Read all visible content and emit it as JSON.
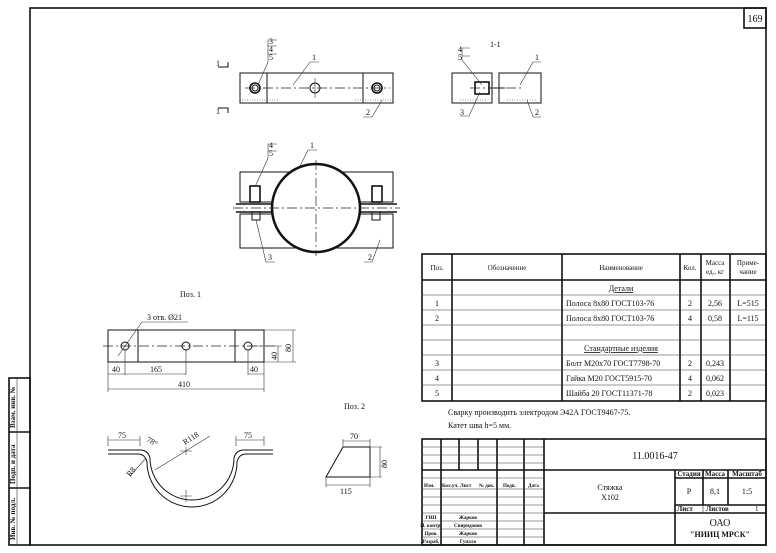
{
  "sheet_number": "169",
  "left_strip": [
    "Инв. № подл.",
    "Подп. и дата",
    "Взам. инв. №"
  ],
  "views": {
    "section_label": "1-1",
    "section_mark": "1",
    "pos_labels": [
      "1",
      "2",
      "3",
      "4",
      "5"
    ],
    "part1_title": "Поз. 1",
    "part2_title": "Поз. 2",
    "part1_dims": {
      "holes": "3 отв. Ø21",
      "d40a": "40",
      "d165": "165",
      "d40b": "40",
      "d410": "410",
      "d40v": "40",
      "d80": "80"
    },
    "bent_dims": {
      "d75a": "75",
      "d75b": "75",
      "angle": "78°",
      "r118": "R118",
      "r8": "R8"
    },
    "part2_dims": {
      "d70": "70",
      "d80": "80",
      "d115": "115"
    }
  },
  "spec_table": {
    "headers": [
      "Поз.",
      "Обозначение",
      "Наименование",
      "Кол.",
      "Масса ед., кг",
      "Приме- чание"
    ],
    "header_mass": [
      "Масса",
      "ед., кг"
    ],
    "header_note": [
      "Приме-",
      "чание"
    ],
    "section_details": "Детали",
    "section_standard": "Стандартные изделия",
    "rows": [
      {
        "pos": "1",
        "name": "Полоса 8x80 ГОСТ103-76",
        "qty": "2",
        "mass": "2,56",
        "note": "L=515"
      },
      {
        "pos": "2",
        "name": "Полоса 8x80 ГОСТ103-76",
        "qty": "4",
        "mass": "0,58",
        "note": "L=115"
      },
      {
        "pos": "3",
        "name": "Болт М20x70   ГОСТ7798-70",
        "qty": "2",
        "mass": "0,243",
        "note": ""
      },
      {
        "pos": "4",
        "name": "Гайка М20  ГОСТ5915-70",
        "qty": "4",
        "mass": "0,062",
        "note": ""
      },
      {
        "pos": "5",
        "name": "Шайба 20  ГОСТ11371-78",
        "qty": "2",
        "mass": "0,023",
        "note": ""
      }
    ]
  },
  "notes": [
    "Сварку производить электродом Э42А ГОСТ9467-75.",
    "Катет шва h=5 мм."
  ],
  "title_block": {
    "code": "11.0016-47",
    "name_line1": "Стяжка",
    "name_line2": "X102",
    "rev_headers": [
      "Изм.",
      "Кол.уч.",
      "Лист",
      "№ док.",
      "Подп.",
      "Дата"
    ],
    "signatures": [
      {
        "role": "ГИП",
        "name": "Жарков"
      },
      {
        "role": "Н. контр.",
        "name": "Спиридонов"
      },
      {
        "role": "Пров.",
        "name": "Жарков"
      },
      {
        "role": "Разраб.",
        "name": "Гупало"
      }
    ],
    "stage_label": "Стадия",
    "mass_label": "Масса",
    "scale_label": "Масштаб",
    "stage": "Р",
    "mass": "8,1",
    "scale": "1:5",
    "sheet_label": "Лист",
    "sheets_label": "Листов",
    "sheets": "1",
    "org_line1": "ОАО",
    "org_line2": "\"НИИЦ МРСК\""
  }
}
